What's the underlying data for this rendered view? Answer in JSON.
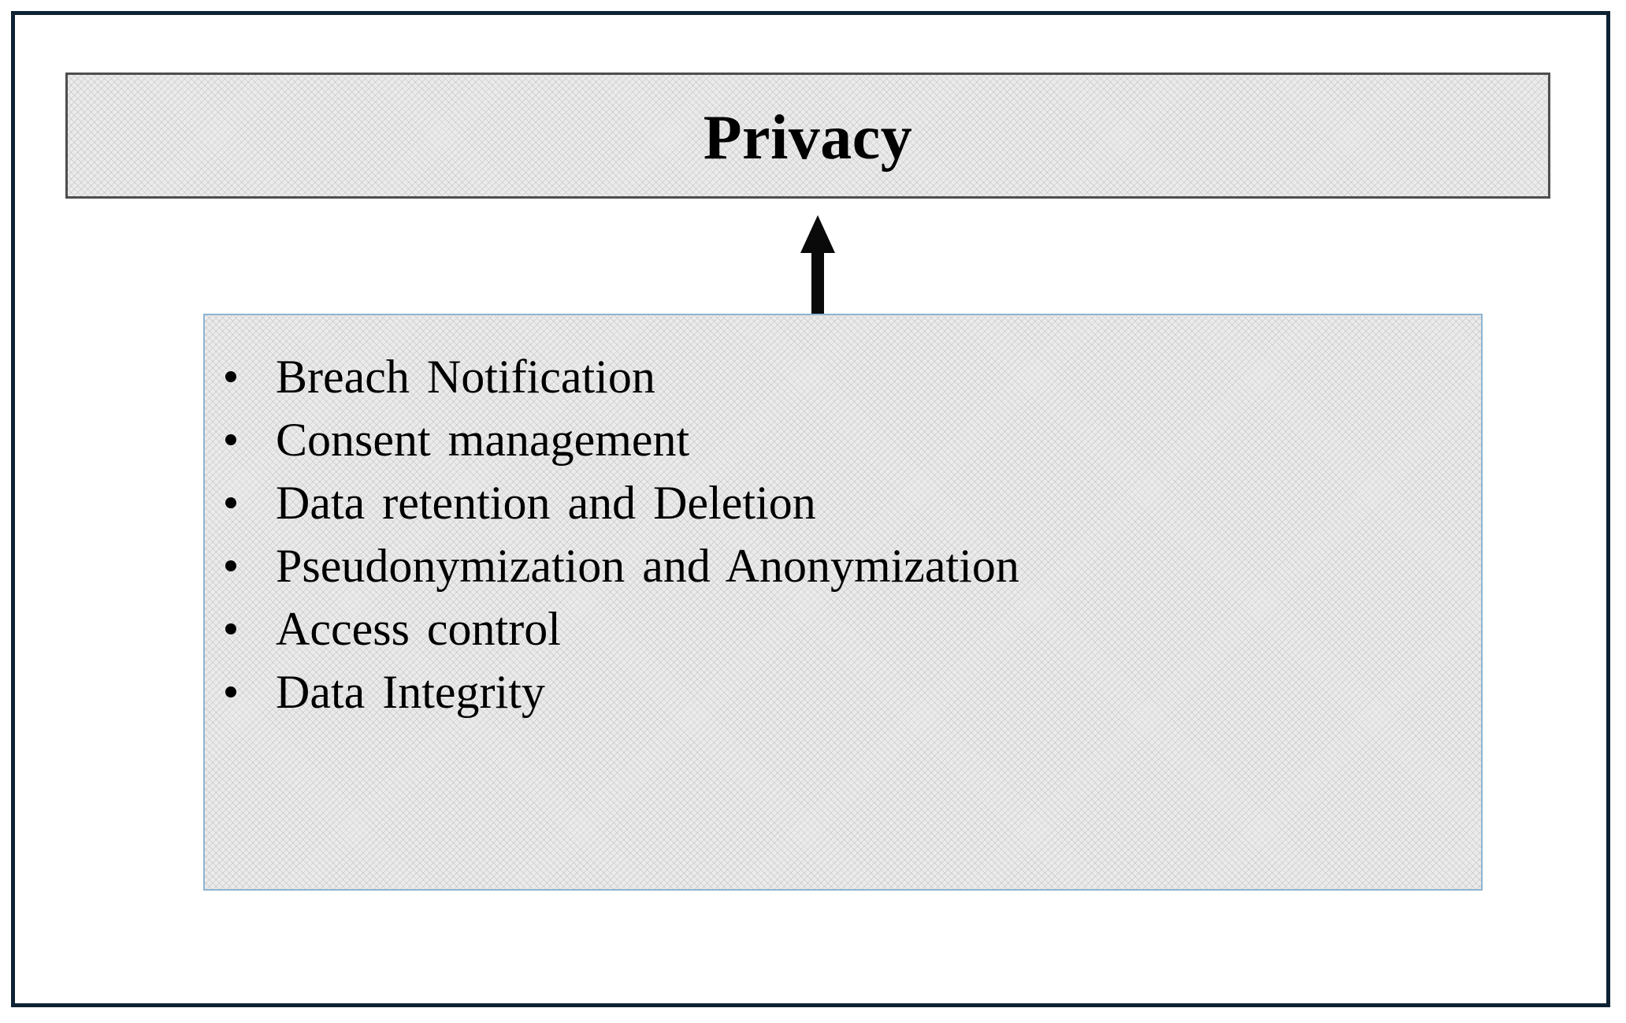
{
  "diagram": {
    "title_box": {
      "label": "Privacy"
    },
    "arrow": {
      "direction": "up"
    },
    "list_box": {
      "items": [
        "Breach Notification",
        "Consent management",
        "Data retention and Deletion",
        "Pseudonymization and Anonymization",
        "Access control",
        "Data Integrity"
      ]
    },
    "colors": {
      "outer_frame_border": "#0e2233",
      "header_box_border": "#4e4e4e",
      "list_box_border": "#8db4d2",
      "box_fill_base": "#ebebeb",
      "box_fill_pattern_line": "#d2d2d2",
      "arrow_fill": "#0a0a0a",
      "text": "#000000"
    }
  }
}
